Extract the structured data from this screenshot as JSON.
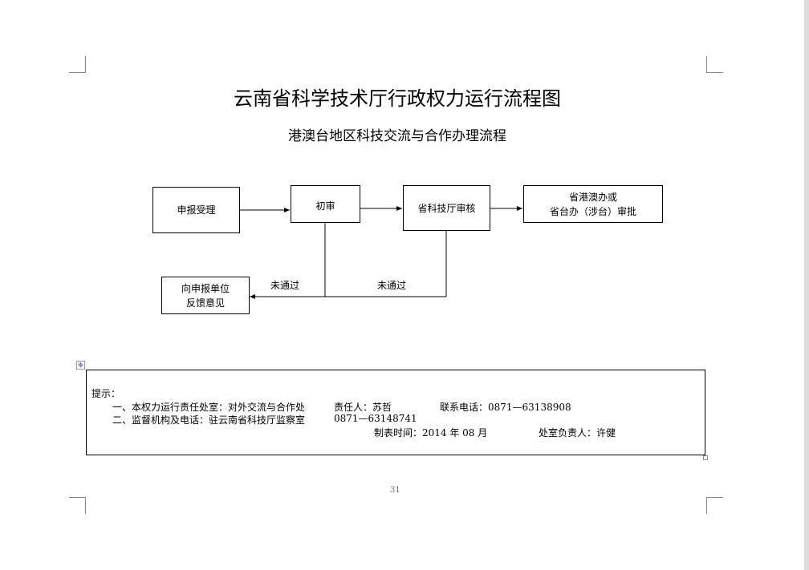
{
  "title": "云南省科学技术厅行政权力运行流程图",
  "subtitle": "港澳台地区科技交流与合作办理流程",
  "flow": {
    "step1": "申报受理",
    "step2": "初审",
    "step3": "省科技厅审核",
    "step4_line1": "省港澳办或",
    "step4_line2": "省台办（涉台）审批",
    "feedback_line1": "向申报单位",
    "feedback_line2": "反馈意见",
    "reject1": "未通过",
    "reject2": "未通过"
  },
  "notes": {
    "heading": "提示：",
    "line1": "一、本权力运行责任处室：对外交流与合作处",
    "owner": "责任人：苏哲",
    "phone": "联系电话：0871—63138908",
    "line2": "二、监督机构及电话：驻云南省科技厅监察室",
    "line2_phone": "0871—63148741",
    "date": "制表时间：2014 年 08 月",
    "head": "处室负责人：许健"
  },
  "page_number": "31"
}
